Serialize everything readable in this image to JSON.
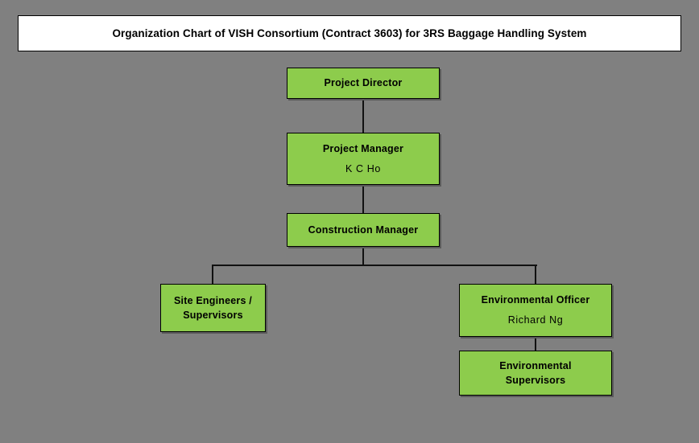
{
  "chart_data": {
    "type": "diagram",
    "diagram_type": "organization-chart",
    "title": "Organization Chart of VISH Consortium (Contract 3603) for 3RS Baggage Handling System",
    "nodes": [
      {
        "id": "project-director",
        "title": "Project Director",
        "name": ""
      },
      {
        "id": "project-manager",
        "title": "Project Manager",
        "name": "K C Ho"
      },
      {
        "id": "construction-manager",
        "title": "Construction Manager",
        "name": ""
      },
      {
        "id": "site-engineers",
        "title_line1": "Site Engineers /",
        "title_line2": "Supervisors",
        "name": ""
      },
      {
        "id": "environmental-officer",
        "title": "Environmental Officer",
        "name": "Richard Ng"
      },
      {
        "id": "environmental-supervisors",
        "title_line1": "Environmental",
        "title_line2": "Supervisors",
        "name": ""
      }
    ],
    "edges": [
      {
        "from": "project-director",
        "to": "project-manager"
      },
      {
        "from": "project-manager",
        "to": "construction-manager"
      },
      {
        "from": "construction-manager",
        "to": "site-engineers"
      },
      {
        "from": "construction-manager",
        "to": "environmental-officer"
      },
      {
        "from": "environmental-officer",
        "to": "environmental-supervisors"
      }
    ],
    "colors": {
      "background": "#808080",
      "node_fill": "#8DCC4C",
      "node_border": "#000000",
      "title_fill": "#FFFFFF",
      "connector": "#111111",
      "text": "#000000"
    }
  },
  "header": {
    "title": "Organization Chart of VISH Consortium (Contract 3603) for 3RS Baggage Handling System"
  },
  "nodes": {
    "project_director": {
      "title": "Project Director"
    },
    "project_manager": {
      "title": "Project Manager",
      "name": "K C Ho"
    },
    "construction_manager": {
      "title": "Construction Manager"
    },
    "site_engineers": {
      "line1": "Site Engineers /",
      "line2": "Supervisors"
    },
    "environmental_officer": {
      "title": "Environmental Officer",
      "name": "Richard Ng"
    },
    "environmental_supervisors": {
      "line1": "Environmental",
      "line2": "Supervisors"
    }
  }
}
